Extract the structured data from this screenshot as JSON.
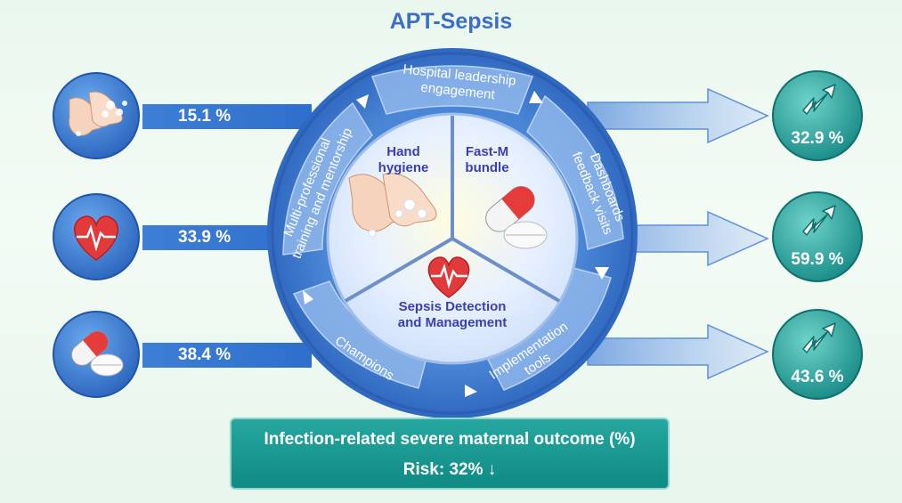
{
  "title": "APT-Sepsis",
  "left_inputs": [
    {
      "icon": "hand-washing-icon",
      "value": "15.1 %"
    },
    {
      "icon": "heart-icon",
      "value": "33.9 %"
    },
    {
      "icon": "pill-icon",
      "value": "38.4 %"
    }
  ],
  "right_outcomes": [
    {
      "icon": "trend-arrow-icon",
      "value": "32.9 %"
    },
    {
      "icon": "trend-arrow-icon",
      "value": "59.9 %"
    },
    {
      "icon": "trend-arrow-icon",
      "value": "43.6 %"
    }
  ],
  "ring_segments": {
    "leadership": [
      "Hospital leadership",
      "engagement"
    ],
    "dashboards": [
      "Dashboards",
      "feedback visits"
    ],
    "tools": [
      "Implementation",
      "tools"
    ],
    "champions": [
      "Champions"
    ],
    "training": [
      "Multi-professional",
      "training and mentorship"
    ]
  },
  "inner_sections": {
    "hand_hygiene": [
      "Hand",
      "hygiene"
    ],
    "fast_m": [
      "Fast-M",
      "bundle"
    ],
    "sepsis": [
      "Sepsis Detection",
      "and Management"
    ]
  },
  "outcome_box": {
    "label": "Infection-related severe maternal outcome (%)",
    "risk": "Risk: 32% ↓"
  },
  "colors": {
    "title": "#3b6fc6",
    "ring": "#3a78cf",
    "segment": "#8fb6ea",
    "left_bar": "#2f74cf",
    "teal": "#1f9d96",
    "inner_text": "#3b3fae"
  }
}
